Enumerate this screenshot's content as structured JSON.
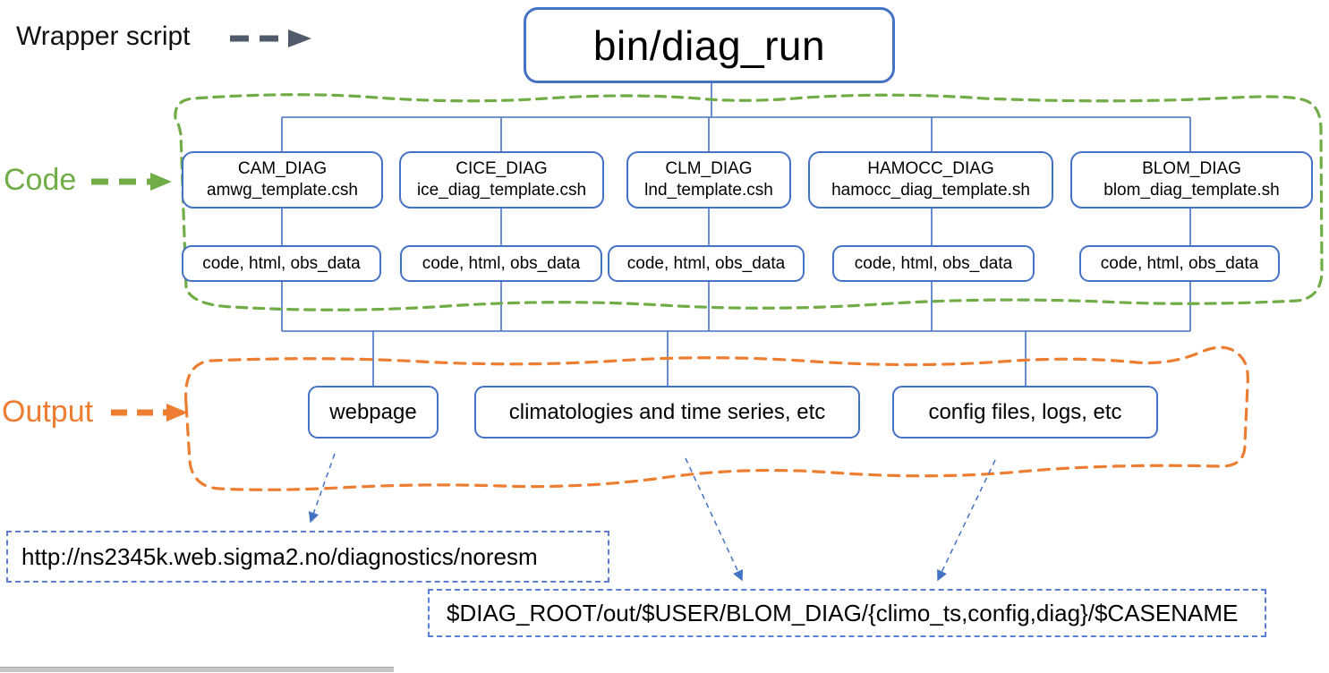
{
  "colors": {
    "box_border_blue": "#4472C4",
    "code_region_green": "#70AD47",
    "output_region_orange": "#ED7D31",
    "wrapper_arrow_gray": "#4F5B6B"
  },
  "wrapper": {
    "label": "Wrapper script"
  },
  "root_box": {
    "label": "bin/diag_run"
  },
  "regions": {
    "code_label": "Code",
    "output_label": "Output"
  },
  "columns": [
    {
      "name": "CAM_DIAG",
      "file": "amwg_template.csh",
      "artifacts": "code, html, obs_data"
    },
    {
      "name": "CICE_DIAG",
      "file": "ice_diag_template.csh",
      "artifacts": "code, html, obs_data"
    },
    {
      "name": "CLM_DIAG",
      "file": "lnd_template.csh",
      "artifacts": "code, html, obs_data"
    },
    {
      "name": "HAMOCC_DIAG",
      "file": "hamocc_diag_template.sh",
      "artifacts": "code, html, obs_data"
    },
    {
      "name": "BLOM_DIAG",
      "file": "blom_diag_template.sh",
      "artifacts": "code, html, obs_data"
    }
  ],
  "outputs": [
    {
      "label": "webpage"
    },
    {
      "label": "climatologies and time series, etc"
    },
    {
      "label": "config files, logs, etc"
    }
  ],
  "paths": [
    {
      "text": "http://ns2345k.web.sigma2.no/diagnostics/noresm"
    },
    {
      "text": "$DIAG_ROOT/out/$USER/BLOM_DIAG/{climo_ts,config,diag}/$CASENAME"
    }
  ]
}
